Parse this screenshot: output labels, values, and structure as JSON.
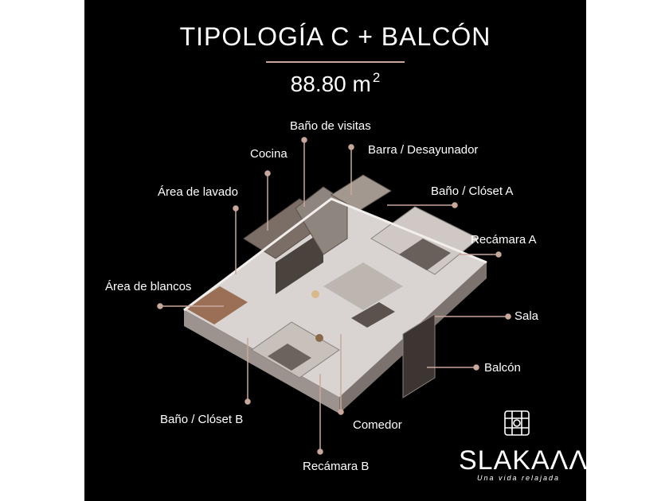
{
  "poster": {
    "title": "TIPOLOGÍA C + BALCÓN",
    "area_value": "88.80 m",
    "area_exponent": "2",
    "accent_color": "#c9a89c",
    "background_color": "#000000"
  },
  "labels": {
    "bano_visitas": "Baño de visitas",
    "cocina": "Cocina",
    "barra": "Barra / Desayunador",
    "area_lavado": "Área de lavado",
    "bano_closet_a": "Baño / Clóset A",
    "recamara_a": "Recámara A",
    "area_blancos": "Área de blancos",
    "sala": "Sala",
    "balcon": "Balcón",
    "bano_closet_b": "Baño / Clóset B",
    "comedor": "Comedor",
    "recamara_b": "Recámara B"
  },
  "brand": {
    "name": "SLAKAΛΛ",
    "tagline": "Una vida relajada",
    "logo_icon": "knot-pattern-icon"
  }
}
